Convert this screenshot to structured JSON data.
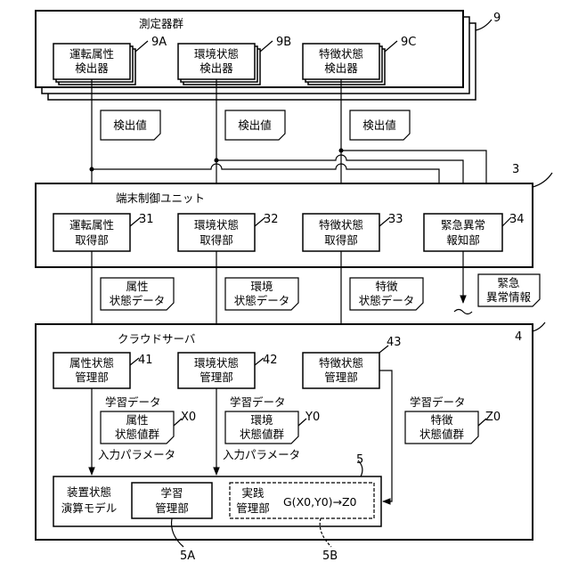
{
  "measurement_group": {
    "title": "測定器群",
    "ref": "9",
    "detectors": [
      {
        "line1": "運転属性",
        "line2": "検出器",
        "ref": "9A"
      },
      {
        "line1": "環境状態",
        "line2": "検出器",
        "ref": "9B"
      },
      {
        "line1": "特徴状態",
        "line2": "検出器",
        "ref": "9C"
      }
    ]
  },
  "detection_value_note": "検出値",
  "terminal_control_unit": {
    "title": "端末制御ユニット",
    "ref": "3",
    "units": [
      {
        "line1": "運転属性",
        "line2": "取得部",
        "ref": "31"
      },
      {
        "line1": "環境状態",
        "line2": "取得部",
        "ref": "32"
      },
      {
        "line1": "特徴状態",
        "line2": "取得部",
        "ref": "33"
      },
      {
        "line1": "緊急異常",
        "line2": "報知部",
        "ref": "34"
      }
    ]
  },
  "data_notes": [
    {
      "line1": "属性",
      "line2": "状態データ"
    },
    {
      "line1": "環境",
      "line2": "状態データ"
    },
    {
      "line1": "特徴",
      "line2": "状態データ"
    }
  ],
  "emergency_note": {
    "line1": "緊急",
    "line2": "異常情報"
  },
  "cloud_server": {
    "title": "クラウドサーバ",
    "ref": "4",
    "managers": [
      {
        "line1": "属性状態",
        "line2": "管理部",
        "ref": "41"
      },
      {
        "line1": "環境状態",
        "line2": "管理部",
        "ref": "42"
      },
      {
        "line1": "特徴状態",
        "line2": "管理部",
        "ref": "43"
      }
    ],
    "learning_data_label": "学習データ",
    "value_groups": [
      {
        "line1": "属性",
        "line2": "状態値群",
        "ref": "X0"
      },
      {
        "line1": "環境",
        "line2": "状態値群",
        "ref": "Y0"
      },
      {
        "line1": "特徴",
        "line2": "状態値群",
        "ref": "Z0"
      }
    ],
    "input_parameter_label": "入力パラメータ",
    "model": {
      "line1": "装置状態",
      "line2": "演算モデル",
      "ref": "5",
      "learning": {
        "line1": "学習",
        "line2": "管理部",
        "ref": "5A"
      },
      "practice": {
        "line1": "実践",
        "line2": "管理部",
        "ref": "5B"
      },
      "formula": "G(X0,Y0)→Z0"
    }
  }
}
